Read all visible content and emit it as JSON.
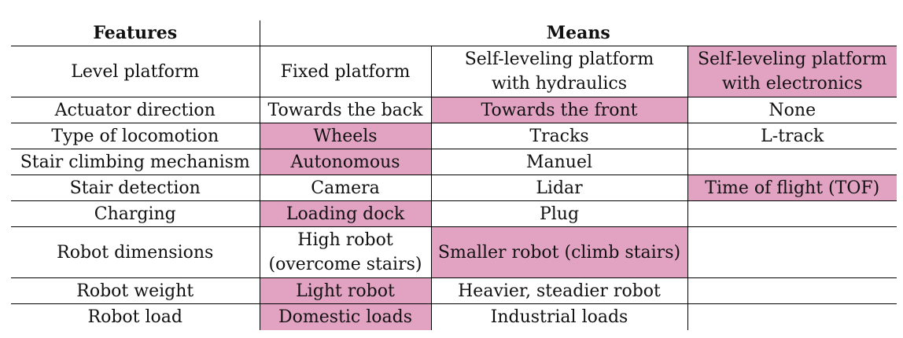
{
  "header": {
    "features": "Features",
    "means": "Means"
  },
  "highlight_color": "#e2a3c3",
  "rows": [
    {
      "feature": "Level platform",
      "means": [
        {
          "lines": [
            "Fixed platform"
          ],
          "highlighted": false
        },
        {
          "lines": [
            "Self-leveling platform",
            "with hydraulics"
          ],
          "highlighted": false
        },
        {
          "lines": [
            "Self-leveling platform",
            "with electronics"
          ],
          "highlighted": true
        }
      ]
    },
    {
      "feature": "Actuator direction",
      "means": [
        {
          "lines": [
            "Towards the back"
          ],
          "highlighted": false
        },
        {
          "lines": [
            "Towards the front"
          ],
          "highlighted": true
        },
        {
          "lines": [
            "None"
          ],
          "highlighted": false
        }
      ]
    },
    {
      "feature": "Type of locomotion",
      "means": [
        {
          "lines": [
            "Wheels"
          ],
          "highlighted": true
        },
        {
          "lines": [
            "Tracks"
          ],
          "highlighted": false
        },
        {
          "lines": [
            "L-track"
          ],
          "highlighted": false
        }
      ]
    },
    {
      "feature": "Stair climbing mechanism",
      "means": [
        {
          "lines": [
            "Autonomous"
          ],
          "highlighted": true
        },
        {
          "lines": [
            "Manuel"
          ],
          "highlighted": false
        },
        {
          "lines": [],
          "highlighted": false
        }
      ]
    },
    {
      "feature": "Stair detection",
      "means": [
        {
          "lines": [
            "Camera"
          ],
          "highlighted": false
        },
        {
          "lines": [
            "Lidar"
          ],
          "highlighted": false
        },
        {
          "lines": [
            "Time of flight (TOF)"
          ],
          "highlighted": true
        }
      ]
    },
    {
      "feature": "Charging",
      "means": [
        {
          "lines": [
            "Loading dock"
          ],
          "highlighted": true
        },
        {
          "lines": [
            "Plug"
          ],
          "highlighted": false
        },
        {
          "lines": [],
          "highlighted": false
        }
      ]
    },
    {
      "feature": "Robot dimensions",
      "means": [
        {
          "lines": [
            "High robot",
            "(overcome stairs)"
          ],
          "highlighted": false
        },
        {
          "lines": [
            "Smaller robot (climb stairs)"
          ],
          "highlighted": true
        },
        {
          "lines": [],
          "highlighted": false
        }
      ]
    },
    {
      "feature": "Robot weight",
      "means": [
        {
          "lines": [
            "Light robot"
          ],
          "highlighted": true
        },
        {
          "lines": [
            "Heavier, steadier robot"
          ],
          "highlighted": false
        },
        {
          "lines": [],
          "highlighted": false
        }
      ]
    },
    {
      "feature": "Robot load",
      "means": [
        {
          "lines": [
            "Domestic loads"
          ],
          "highlighted": true
        },
        {
          "lines": [
            "Industrial loads"
          ],
          "highlighted": false
        },
        {
          "lines": [],
          "highlighted": false
        }
      ]
    }
  ]
}
